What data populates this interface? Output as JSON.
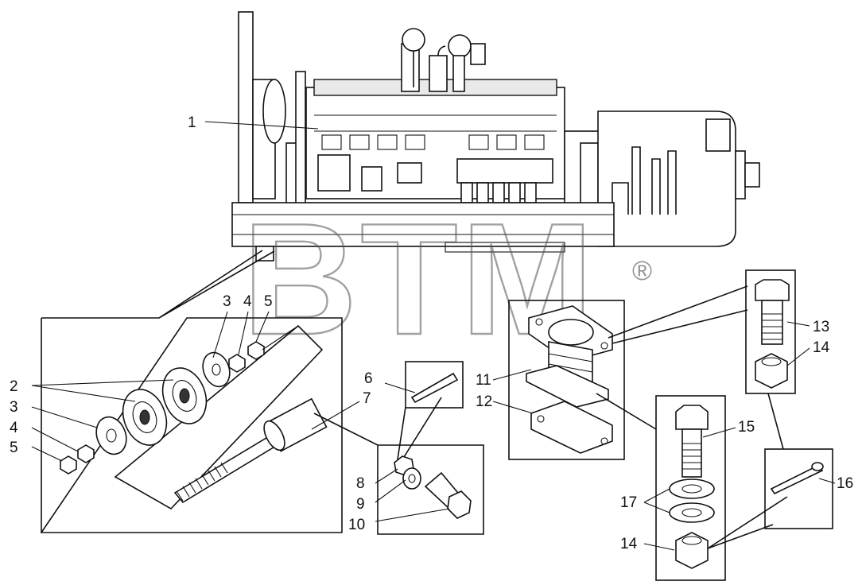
{
  "watermark": {
    "text": "BTM",
    "registered": "®"
  },
  "callouts": [
    {
      "id": "c1",
      "text": "1"
    },
    {
      "id": "c2",
      "text": "2"
    },
    {
      "id": "c3a",
      "text": "3"
    },
    {
      "id": "c3b",
      "text": "3"
    },
    {
      "id": "c4a",
      "text": "4"
    },
    {
      "id": "c4b",
      "text": "4"
    },
    {
      "id": "c5a",
      "text": "5"
    },
    {
      "id": "c5b",
      "text": "5"
    },
    {
      "id": "c6",
      "text": "6"
    },
    {
      "id": "c7",
      "text": "7"
    },
    {
      "id": "c8",
      "text": "8"
    },
    {
      "id": "c9",
      "text": "9"
    },
    {
      "id": "c10",
      "text": "10"
    },
    {
      "id": "c11",
      "text": "11"
    },
    {
      "id": "c12",
      "text": "12"
    },
    {
      "id": "c13",
      "text": "13"
    },
    {
      "id": "c14a",
      "text": "14"
    },
    {
      "id": "c14b",
      "text": "14"
    },
    {
      "id": "c15",
      "text": "15"
    },
    {
      "id": "c16",
      "text": "16"
    },
    {
      "id": "c17",
      "text": "17"
    }
  ]
}
